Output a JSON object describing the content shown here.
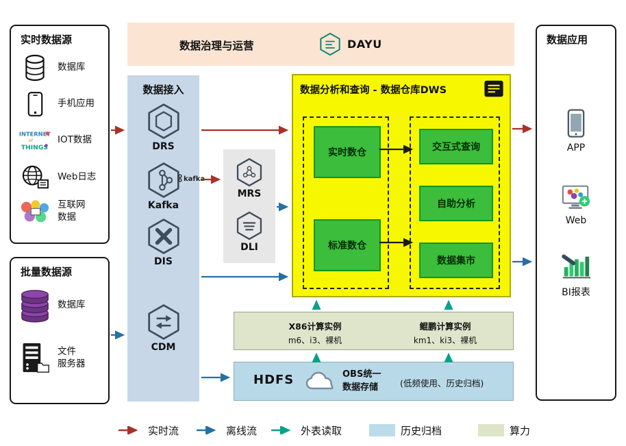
{
  "palette": {
    "realtime_flow": "#a93226",
    "offline_flow": "#2471a3",
    "external_read": "#00a388",
    "history_archive": "#bcdcea",
    "compute_power": "#dde5c9",
    "governance_bg": "#fbe5d2",
    "ingestion_bg": "#c7d7e8",
    "processing_bg": "#e8e7e7",
    "dws_bg": "#f7f800",
    "warehouse_green": "#3cbd3c",
    "compute_bg": "#dee5cb",
    "storage_bg": "#b8d9e8"
  },
  "governance": {
    "title": "数据治理与运营",
    "logo_text": "DAYU"
  },
  "realtime_sources": {
    "title": "实时数据源",
    "items": [
      "数据库",
      "手机应用",
      "IOT数据",
      "Web日志",
      "互联网\n数据"
    ],
    "iot_words": {
      "w1": "INTERNET",
      "w2": "of",
      "w3": "THINGS"
    }
  },
  "batch_sources": {
    "title": "批量数据源",
    "items": [
      "数据库",
      "文件\n服务器"
    ]
  },
  "ingestion": {
    "title": "数据接入",
    "services": [
      "DRS",
      "Kafka",
      "DIS",
      "CDM"
    ],
    "kafka_mark": "kafka"
  },
  "processing": {
    "services": [
      "MRS",
      "DLI"
    ]
  },
  "dws": {
    "title": "数据分析和查询 - 数据仓库DWS",
    "left_items": [
      "实时数仓",
      "标准数仓"
    ],
    "right_items": [
      "交互式查询",
      "自助分析",
      "数据集市"
    ]
  },
  "applications": {
    "title": "数据应用",
    "items": [
      "APP",
      "Web",
      "BI报表"
    ]
  },
  "compute": {
    "x86_title": "X86计算实例",
    "x86_spec": "m6、i3、裸机",
    "kunpeng_title": "鲲鹏计算实例",
    "kunpeng_spec": "km1、ki3、裸机"
  },
  "storage": {
    "hdfs_label": "HDFS",
    "obs_label": "OBS统一\n数据存储",
    "note": "(低频使用、历史归档)"
  },
  "legend": {
    "items": [
      {
        "label": "实时流",
        "kind": "arrow"
      },
      {
        "label": "离线流",
        "kind": "arrow"
      },
      {
        "label": "外表读取",
        "kind": "arrow"
      },
      {
        "label": "历史归档",
        "kind": "swatch"
      },
      {
        "label": "算力",
        "kind": "swatch"
      }
    ]
  }
}
